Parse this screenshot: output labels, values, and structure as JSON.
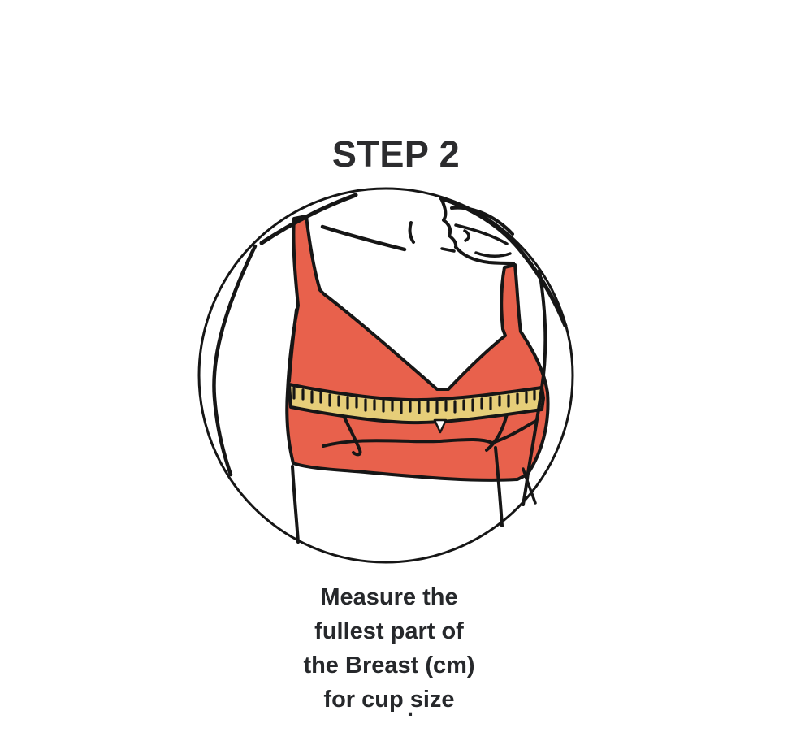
{
  "header": {
    "step_title": "STEP 2"
  },
  "illustration": {
    "alt": "bra-measurement-diagram",
    "colors": {
      "bra_red": "#e8614c",
      "tape_yellow": "#e6ce79",
      "line_black": "#161616",
      "background": "#ffffff"
    }
  },
  "caption": {
    "lines": {
      "0": "Measure the",
      "1": "fullest part of",
      "2": "the Breast (cm)",
      "3": "for cup size"
    },
    "stray_mark": "."
  }
}
